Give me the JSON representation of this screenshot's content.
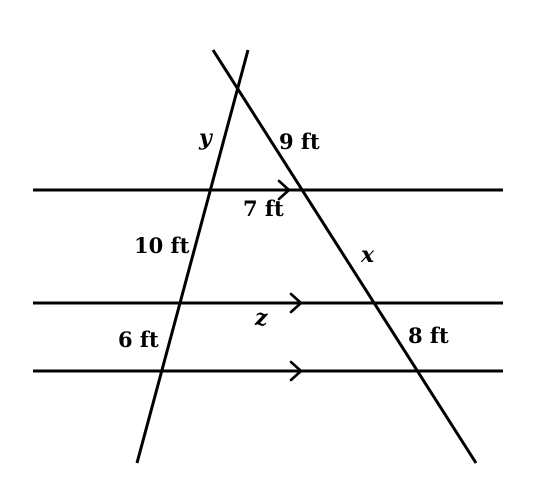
{
  "labels": {
    "y": "y",
    "nine_ft": "9 ft",
    "seven_ft": "7 ft",
    "ten_ft": "10 ft",
    "x": "x",
    "z": "z",
    "six_ft": "6 ft",
    "eight_ft": "8 ft"
  },
  "colors": {
    "ink": "#000000",
    "background": "#ffffff"
  }
}
